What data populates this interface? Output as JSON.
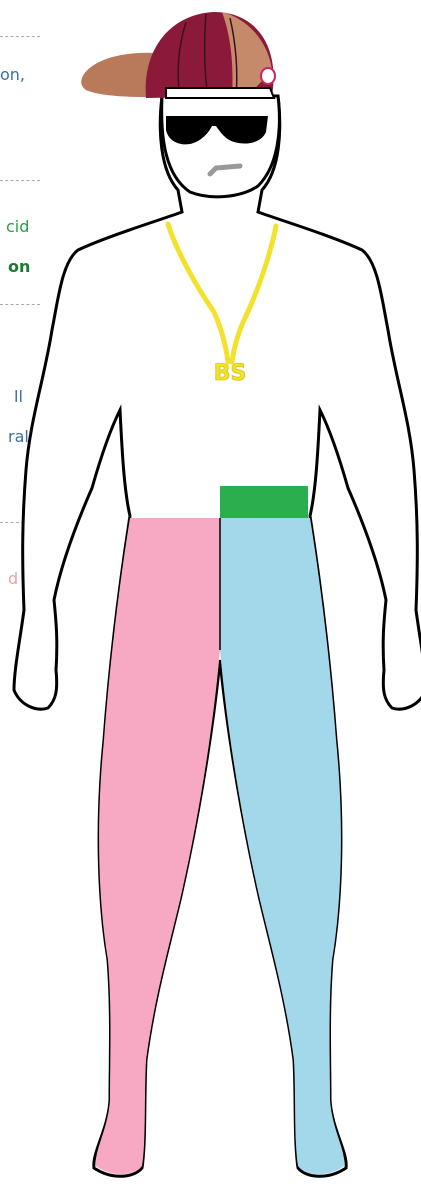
{
  "text_fragments": [
    {
      "text": "on,",
      "color": "#3a6ea5",
      "bold": false
    },
    {
      "text": "cid",
      "color": "#2a9d4a",
      "bold": false
    },
    {
      "text": "on",
      "color": "#1a7a2e",
      "bold": true
    },
    {
      "text": "ll",
      "color": "#3a6ea5",
      "bold": false
    },
    {
      "text": "ral",
      "color": "#3a6ea5",
      "bold": false
    },
    {
      "text": "d",
      "color": "#e8a0a8",
      "bold": false
    }
  ],
  "figure": {
    "necklace_pendant_text": "BS",
    "colors": {
      "cap_main": "#8b1a3a",
      "cap_brim": "#b87a5a",
      "cap_panel_light": "#c48a6a",
      "sunglasses": "#000000",
      "mouth": "#999999",
      "necklace": "#f2e22e",
      "waistband": "#2aae4e",
      "left_leg": "#f7a9c4",
      "right_leg": "#a3d7ea",
      "outline": "#000000"
    }
  }
}
